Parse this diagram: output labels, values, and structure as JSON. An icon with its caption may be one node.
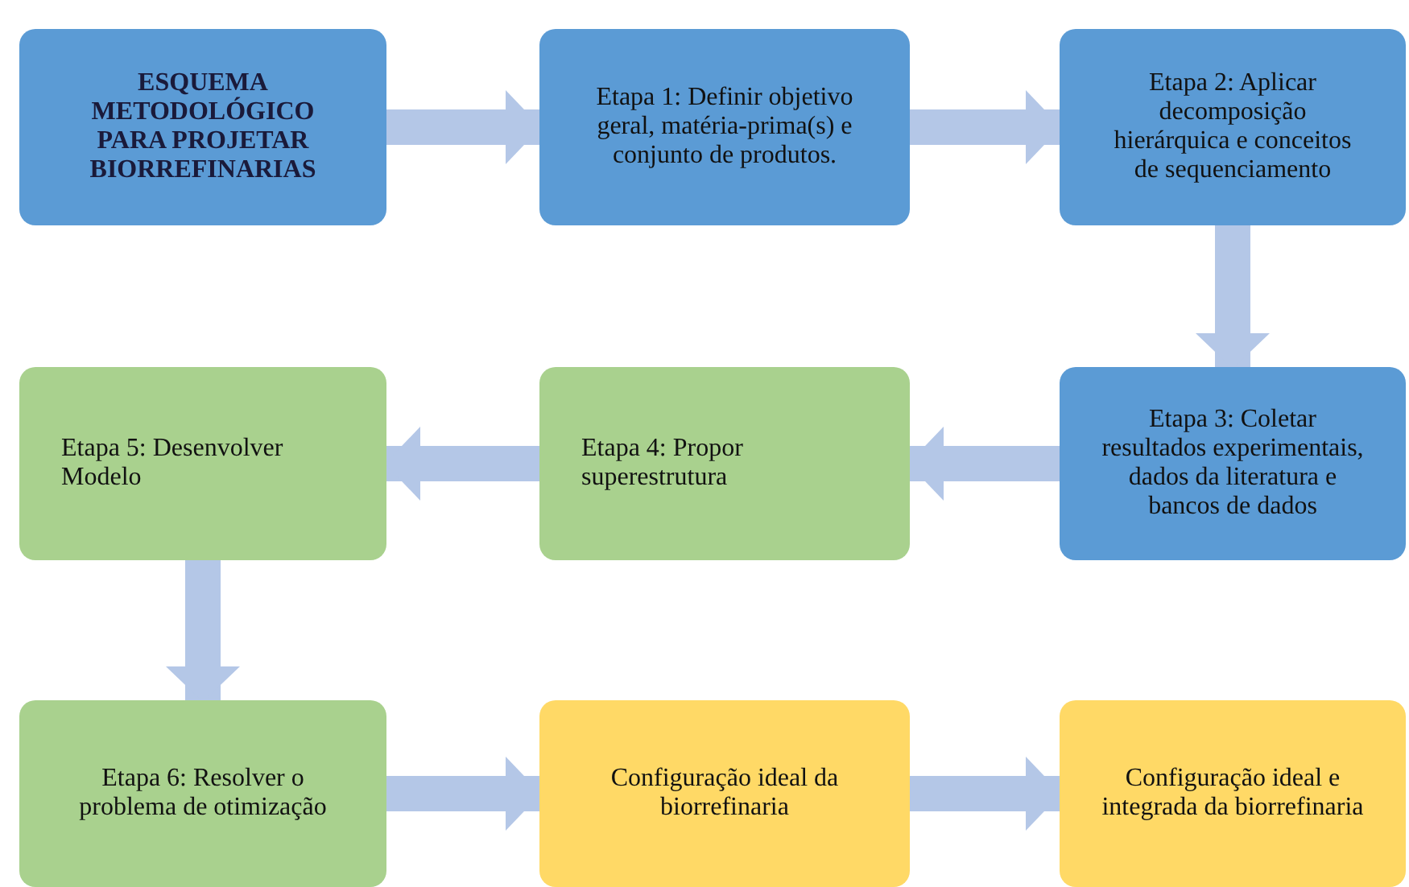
{
  "diagram": {
    "nodes": [
      {
        "text": [
          "ESQUEMA METODOLÓGICO PARA PROJETAR BIORREFINARIAS"
        ]
      },
      {
        "text": [
          "Etapa 1: Definir objetivo geral, matéria-prima(s) e conjunto de produtos."
        ]
      },
      {
        "text": [
          "Etapa 2: Aplicar decomposição hierárquica e conceitos de sequenciamento"
        ]
      },
      {
        "text": [
          "Etapa 5: Desenvolver Modelo"
        ]
      },
      {
        "text": [
          "Etapa 4: Propor superestrutura"
        ]
      },
      {
        "text": [
          "Etapa 3: Coletar resultados experimentais, dados da literatura e bancos de dados"
        ]
      },
      {
        "text": [
          "Etapa 6: Resolver o problema de otimização"
        ]
      },
      {
        "text": [
          "Configuração ideal da biorrefinaria"
        ]
      },
      {
        "text": [
          "Configuração ideal e integrada da biorrefinaria"
        ]
      }
    ],
    "edges": [
      {
        "from": 0,
        "to": 1,
        "arrow": "to"
      },
      {
        "from": 1,
        "to": 2,
        "arrow": "to"
      },
      {
        "from": 2,
        "to": 5,
        "arrow": "to"
      },
      {
        "from": 5,
        "to": 4,
        "arrow": "to"
      },
      {
        "from": 4,
        "to": 3,
        "arrow": "to"
      },
      {
        "from": 3,
        "to": 6,
        "arrow": "to"
      },
      {
        "from": 6,
        "to": 7,
        "arrow": "to"
      },
      {
        "from": 7,
        "to": 8,
        "arrow": "to"
      }
    ]
  }
}
